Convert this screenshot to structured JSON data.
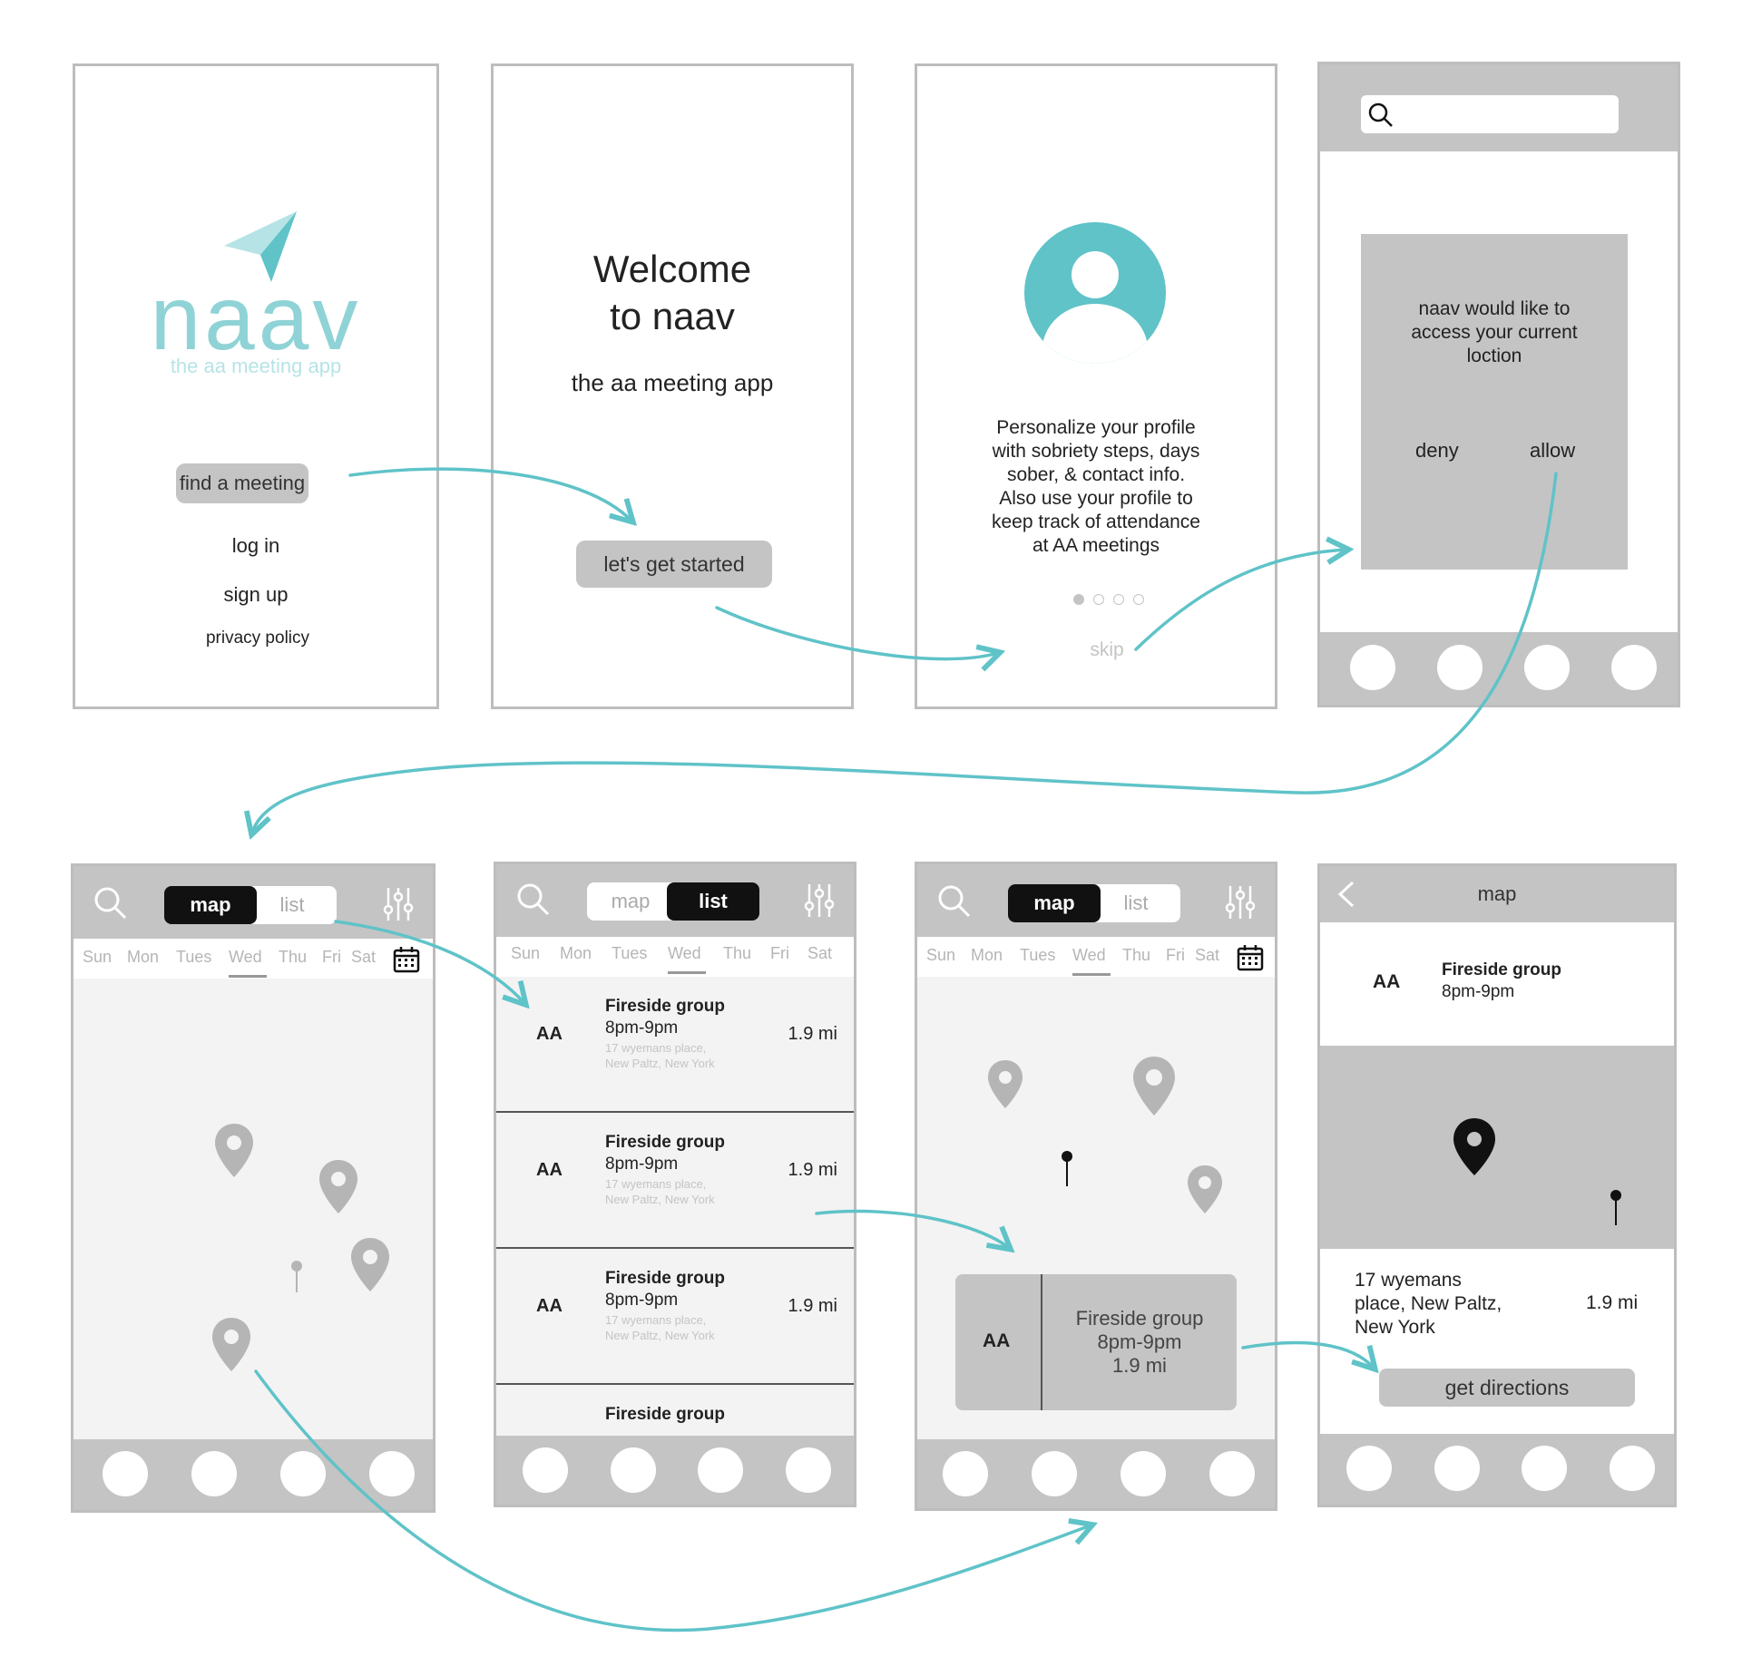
{
  "colors": {
    "accent": "#5fc3c8",
    "panel_gray": "#c4c4c4",
    "map_bg": "#f3f3f3",
    "border": "#bdbdbd"
  },
  "splash": {
    "logo_text": "naav",
    "tagline": "the aa meeting app",
    "find_button": "find a meeting",
    "login": "log in",
    "signup": "sign up",
    "privacy": "privacy policy"
  },
  "welcome": {
    "title_line1": "Welcome",
    "title_line2": "to naav",
    "subtitle": "the aa meeting app",
    "start_button": "let's get started"
  },
  "profile": {
    "lines": [
      "Personalize your profile",
      "with sobriety steps, days",
      "sober, & contact info.",
      "Also use your profile to",
      "keep track of attendance",
      "at AA meetings"
    ],
    "skip": "skip"
  },
  "location": {
    "prompt_lines": [
      "naav would like to",
      "access your current",
      "loction"
    ],
    "deny": "deny",
    "allow": "allow"
  },
  "tabs": {
    "map": "map",
    "list": "list"
  },
  "days": [
    "Sun",
    "Mon",
    "Tues",
    "Wed",
    "Thu",
    "Fri",
    "Sat"
  ],
  "selected_day": "Wed",
  "meeting": {
    "type": "AA",
    "name": "Fireside group",
    "time": "8pm-9pm",
    "address_line1": "17 wyemans place,",
    "address_line2": "New Paltz, New York",
    "distance": "1.9 mi"
  },
  "detail": {
    "header": "map",
    "address_lines": [
      "17 wyemans",
      "place, New Paltz,",
      "New York"
    ],
    "directions_button": "get directions"
  }
}
